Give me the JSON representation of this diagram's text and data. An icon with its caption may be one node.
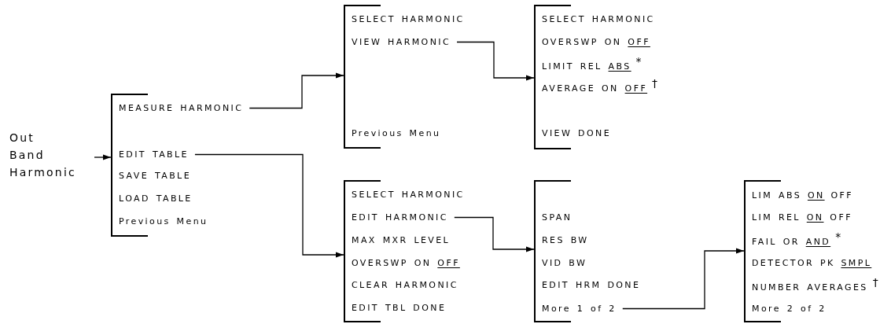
{
  "diagram": {
    "nodes": [
      {
        "text": [
          "Out Band Harmonic"
        ]
      },
      {
        "text": [],
        "shape": "bracket"
      },
      {
        "text": [
          "MEASURE HARMONIC"
        ],
        "in": 1
      },
      {
        "text": [
          "EDIT TABLE"
        ],
        "in": 1
      },
      {
        "text": [
          "SAVE TABLE"
        ],
        "in": 1
      },
      {
        "text": [
          "LOAD TABLE"
        ],
        "in": 1
      },
      {
        "text": [
          "Previous Menu"
        ],
        "in": 1
      },
      {
        "text": [],
        "shape": "bracket"
      },
      {
        "text": [
          "SELECT HARMONIC"
        ],
        "in": 7
      },
      {
        "text": [
          "VIEW HARMONIC"
        ],
        "in": 7
      },
      {
        "text": [
          "Previous Menu"
        ],
        "in": 7
      },
      {
        "text": [],
        "shape": "bracket"
      },
      {
        "text": [
          "SELECT HARMONIC"
        ],
        "in": 11
      },
      {
        "text": [
          "OVERSWP ON",
          "OFF"
        ],
        "in": 11
      },
      {
        "text": [
          "LIMIT REL",
          "ABS"
        ],
        "beside": [
          "*"
        ],
        "in": 11
      },
      {
        "text": [
          "AVERAGE ON",
          "OFF"
        ],
        "beside": [
          "†"
        ],
        "in": 11
      },
      {
        "text": [
          "VIEW DONE"
        ],
        "in": 11
      },
      {
        "text": [],
        "shape": "bracket"
      },
      {
        "text": [
          "SELECT HARMONIC"
        ],
        "in": 17
      },
      {
        "text": [
          "EDIT HARMONIC"
        ],
        "in": 17
      },
      {
        "text": [
          "MAX MXR LEVEL"
        ],
        "in": 17
      },
      {
        "text": [
          "OVERSWP ON",
          "OFF"
        ],
        "in": 17
      },
      {
        "text": [
          "CLEAR HARMONIC"
        ],
        "in": 17
      },
      {
        "text": [
          "EDIT TBL DONE"
        ],
        "in": 17
      },
      {
        "text": [],
        "shape": "bracket"
      },
      {
        "text": [
          "SPAN"
        ],
        "in": 24
      },
      {
        "text": [
          "RES BW"
        ],
        "in": 24
      },
      {
        "text": [
          "VID BW"
        ],
        "in": 24
      },
      {
        "text": [
          "EDIT HRM DONE"
        ],
        "in": 24
      },
      {
        "text": [
          "More 1 of 2"
        ],
        "in": 24
      },
      {
        "text": [],
        "shape": "bracket"
      },
      {
        "text": [
          "LIM ABS",
          "ON",
          "OFF"
        ],
        "in": 30
      },
      {
        "text": [
          "LIM REL",
          "ON",
          "OFF"
        ],
        "in": 30
      },
      {
        "text": [
          "FAIL OR",
          "AND"
        ],
        "beside": [
          "*"
        ],
        "in": 30
      },
      {
        "text": [
          "DETECTOR PK",
          "SMPL"
        ],
        "in": 30
      },
      {
        "text": [
          "NUMBER AVERAGES"
        ],
        "beside": [
          "†"
        ],
        "in": 30
      },
      {
        "text": [
          "More 2 of 2"
        ],
        "in": 30
      }
    ],
    "edges": [
      {
        "from": 0,
        "to": 1,
        "arrow": "to"
      },
      {
        "from": 2,
        "to": 7,
        "arrow": "to"
      },
      {
        "from": 9,
        "to": 11,
        "arrow": "to"
      },
      {
        "from": 3,
        "to": 17,
        "arrow": "to"
      },
      {
        "from": 19,
        "to": 24,
        "arrow": "to"
      },
      {
        "from": 29,
        "to": 30,
        "arrow": "to"
      }
    ]
  }
}
